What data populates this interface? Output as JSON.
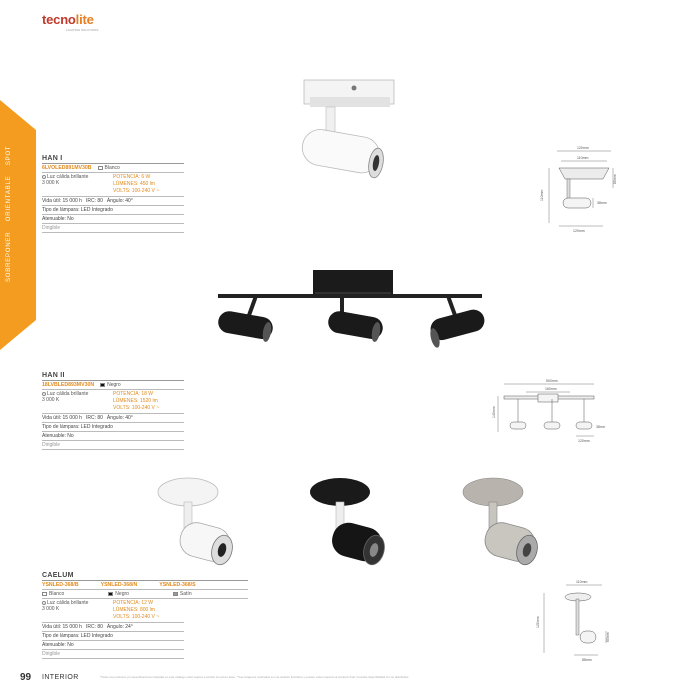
{
  "brand": {
    "part1": "tecno",
    "part2": "lite",
    "tagline": "LIGHTING SOLUTIONS"
  },
  "side_tab": {
    "items": [
      "SOBREPONER",
      "ORIENTABLE",
      "SPOT"
    ],
    "color": "#f39c1f"
  },
  "products": [
    {
      "name": "HAN I",
      "variants": [
        {
          "code": "6LVOLED891MV30B",
          "color_name": "Blanco",
          "swatch": "#ffffff"
        }
      ],
      "light": "Luz cálida brillante",
      "kelvin": "3 000 K",
      "power": "POTENCIA: 6 W",
      "lumens": "LÚMENES: 450 lm",
      "volts": "VOLTS: 100-240 V ~",
      "life": "Vida útil: 15 000 h",
      "irc": "IRC: 80",
      "angle": "Ángulo: 40°",
      "lamp": "Tipo de lámpara: LED Integrado",
      "dimmable": "Atenuable: No",
      "dirigible": "Dirigible",
      "dims": {
        "w": "120mm",
        "w2": "110mm",
        "h": "110mm",
        "d": "80mm",
        "d2": "38mm",
        "b": "120mm"
      }
    },
    {
      "name": "HAN II",
      "variants": [
        {
          "code": "18LVBLED893MV30N",
          "color_name": "Negro",
          "swatch": "#111111"
        }
      ],
      "light": "Luz cálida brillante",
      "kelvin": "3 000 K",
      "power": "POTENCIA: 18 W",
      "lumens": "LÚMENES: 1520 lm",
      "volts": "VOLTS: 100-240 V ~",
      "life": "Vida útil: 15 000 h",
      "irc": "IRC: 80",
      "angle": "Ángulo: 40°",
      "lamp": "Tipo de lámpara: LED Integrado",
      "dimmable": "Atenuable: No",
      "dirigible": "Dirigible",
      "dims": {
        "w": "500mm",
        "w2": "160mm",
        "h": "140mm",
        "d": "38mm",
        "b": "120mm"
      }
    },
    {
      "name": "CAELUM",
      "variants": [
        {
          "code": "YSNLED-368/B",
          "color_name": "Blanco",
          "swatch": "#ffffff"
        },
        {
          "code": "YSNLED-368/N",
          "color_name": "Negro",
          "swatch": "#111111"
        },
        {
          "code": "YSNLED-368/S",
          "color_name": "Satín",
          "swatch": "#9a9a9a"
        }
      ],
      "light": "Luz cálida brillante",
      "kelvin": "3 000 K",
      "power": "POTENCIA: 12 W",
      "lumens": "LÚMENES: 800 lm",
      "volts": "VOLTS: 100-240 V ~",
      "life": "Vida útil: 15 000 h",
      "irc": "IRC: 80",
      "angle": "Ángulo: 24°",
      "lamp": "Tipo de lámpara: LED Integrado",
      "dimmable": "Atenuable: No",
      "dirigible": "Dirigible",
      "dims": {
        "w": "110mm",
        "h": "120mm",
        "d": "60mm",
        "b": "88mm"
      }
    }
  ],
  "footer": {
    "page": "99",
    "section": "INTERIOR",
    "note": "*Todos los productos y/o especificaciones indicadas en este catálogo están sujetos a cambio sin previo aviso. **Las imágenes mostradas son de carácter ilustrativo y pueden variar respecto al producto final. Consulte disponibilidad con su distribuidor."
  }
}
